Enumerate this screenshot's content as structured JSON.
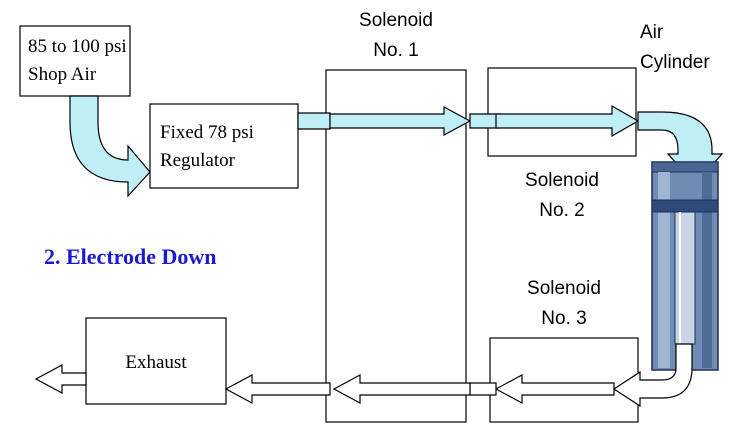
{
  "title": "2. Electrode Down",
  "colors": {
    "supply_arrow": "#bfeef6",
    "exhaust_arrow": "#ffffff",
    "cylinder_body": "#6f8cb4",
    "cylinder_dark": "#2e4a7a",
    "title_color": "#1a1ad0"
  },
  "components": {
    "shop_air": {
      "line1": "85 to 100 psi",
      "line2": "Shop Air"
    },
    "regulator": {
      "line1": "Fixed 78 psi",
      "line2": "Regulator"
    },
    "solenoid1": {
      "line1": "Solenoid",
      "line2": "No. 1"
    },
    "solenoid2": {
      "line1": "Solenoid",
      "line2": "No. 2"
    },
    "solenoid3": {
      "line1": "Solenoid",
      "line2": "No. 3"
    },
    "cylinder": {
      "line1": "Air",
      "line2": "Cylinder"
    },
    "exhaust": {
      "label": "Exhaust"
    }
  }
}
